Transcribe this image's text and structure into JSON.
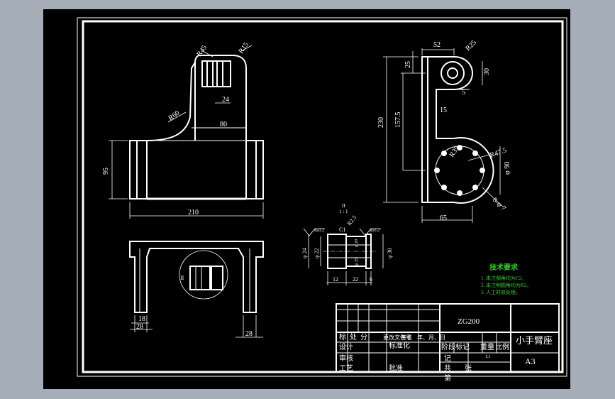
{
  "dims": {
    "top_view": {
      "r45": "R45",
      "r15": "R15",
      "d24": "24",
      "r60": "R60",
      "d80": "80",
      "d95": "95",
      "d210": "210"
    },
    "front_view": {
      "d18": "18",
      "d28_left": "28",
      "d28_right": "28",
      "detail_ref": "II"
    },
    "side_view": {
      "d52": "52",
      "r25": "R25",
      "d25": "25",
      "d30": "30",
      "d5": "5",
      "d230": "230",
      "d157_5": "157.5",
      "d15": "15",
      "r35": "R35",
      "r47_5": "R47.5",
      "dia90": "φ 90",
      "holes": "8-φ 7",
      "d65": "65"
    },
    "detail": {
      "title": "II",
      "scale": "1 : 1",
      "c1": "C1",
      "r2_5": "R2.5",
      "rough_left": "Ra3.2",
      "rough_right": "Ra3.2",
      "dia24": "φ 24",
      "dia22": "φ 22",
      "dia30": "φ 30",
      "d12": "12",
      "d22": "22",
      "d6": "6",
      "mid_a": "φ 20",
      "mid_b": "φ 25"
    }
  },
  "tech_requirements": {
    "title": "技术要求",
    "items": [
      "1. 未注倒角均为C2。",
      "2. 未注明圆角均为R2。",
      "3. 人工时效处理。"
    ]
  },
  "title_block": {
    "material": "ZG200",
    "part_name": "小手臂座",
    "sheet_size": "A3",
    "row1": [
      "标",
      "处",
      "分",
      "更改文件号",
      "签名",
      "年、月、日"
    ],
    "designer": "设计",
    "standardized": "标准化",
    "stage_mark": "阶段标记",
    "weight": "重量",
    "scale_label": "比例",
    "scale_value": "1:1",
    "check": "审核",
    "process": "工艺",
    "approve": "批准",
    "total": "共",
    "sheets": "张",
    "page": "第",
    "marker": "记"
  },
  "colors": {
    "background": "#000000",
    "line": "#ffffff",
    "frame_outer": "#a5adb8",
    "notes": "#31d02a"
  }
}
